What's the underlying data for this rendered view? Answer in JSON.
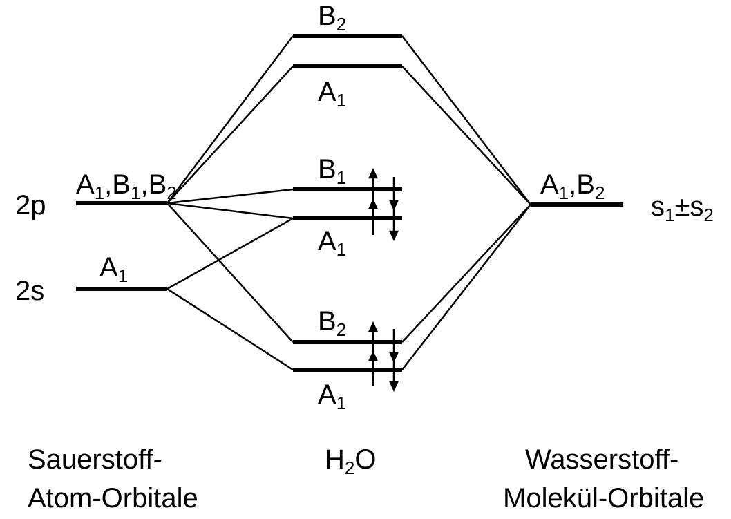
{
  "colors": {
    "ink": "#000000",
    "background": "#ffffff"
  },
  "atomic_oxygen": {
    "level_2p": {
      "label": "2p",
      "symmetry_main": "A",
      "symmetry_sub": "1",
      "symmetry_2": "B",
      "symmetry_2_sub": "1",
      "symmetry_3": "B",
      "symmetry_3_sub": "2"
    },
    "level_2s": {
      "label": "2s",
      "symmetry_main": "A",
      "symmetry_sub": "1"
    }
  },
  "molecular_h2o": {
    "levels": [
      {
        "id": "b2-top",
        "main": "B",
        "sub": "2"
      },
      {
        "id": "a1-upper",
        "main": "A",
        "sub": "1"
      },
      {
        "id": "b1",
        "main": "B",
        "sub": "1"
      },
      {
        "id": "a1-mid",
        "main": "A",
        "sub": "1"
      },
      {
        "id": "b2-low",
        "main": "B",
        "sub": "2"
      },
      {
        "id": "a1-low",
        "main": "A",
        "sub": "1"
      }
    ]
  },
  "hydrogen_group": {
    "symmetry_main": "A",
    "symmetry_sub": "1",
    "symmetry_2": "B",
    "symmetry_2_sub": "2",
    "combination": {
      "s_a": "s",
      "s_a_sub": "1",
      "op": "±",
      "s_b": "s",
      "s_b_sub": "2"
    }
  },
  "captions": {
    "left_line1": "Sauerstoff-",
    "left_line2": "Atom-Orbitale",
    "center_main": "H",
    "center_sub": "2",
    "center_tail": "O",
    "right_line1": "Wasserstoff-",
    "right_line2": "Molekül-Orbitale"
  }
}
